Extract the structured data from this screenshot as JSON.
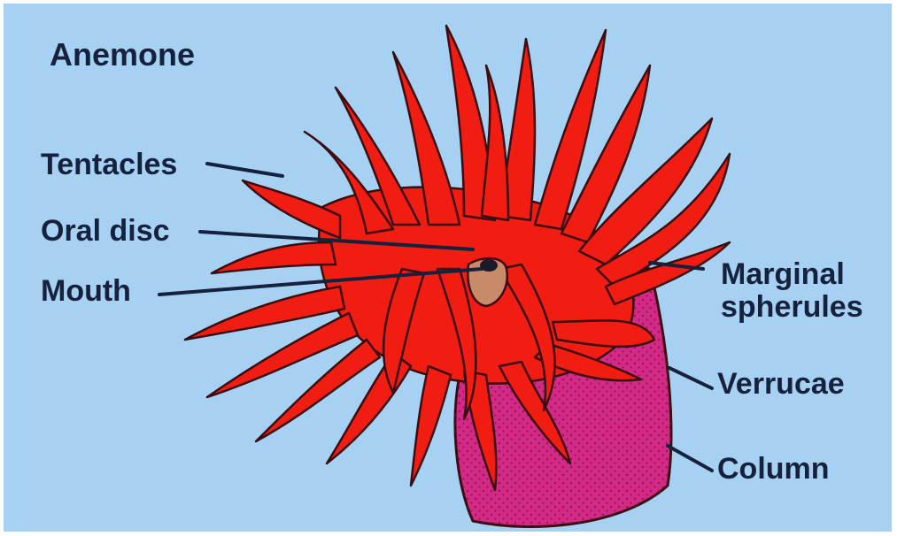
{
  "title": "Anemone",
  "labels": {
    "tentacles": "Tentacles",
    "oral_disc": "Oral disc",
    "mouth": "Mouth",
    "marginal_line1": "Marginal",
    "marginal_line2": "spherules",
    "verrucae": "Verrucae",
    "column": "Column"
  },
  "colors": {
    "background": "#a6d1f2",
    "tentacle": "#f21d12",
    "tentacle_outline": "#3a0d10",
    "column": "#d42a86",
    "mouth": "#c98a6a",
    "leader_line": "#16213d"
  }
}
